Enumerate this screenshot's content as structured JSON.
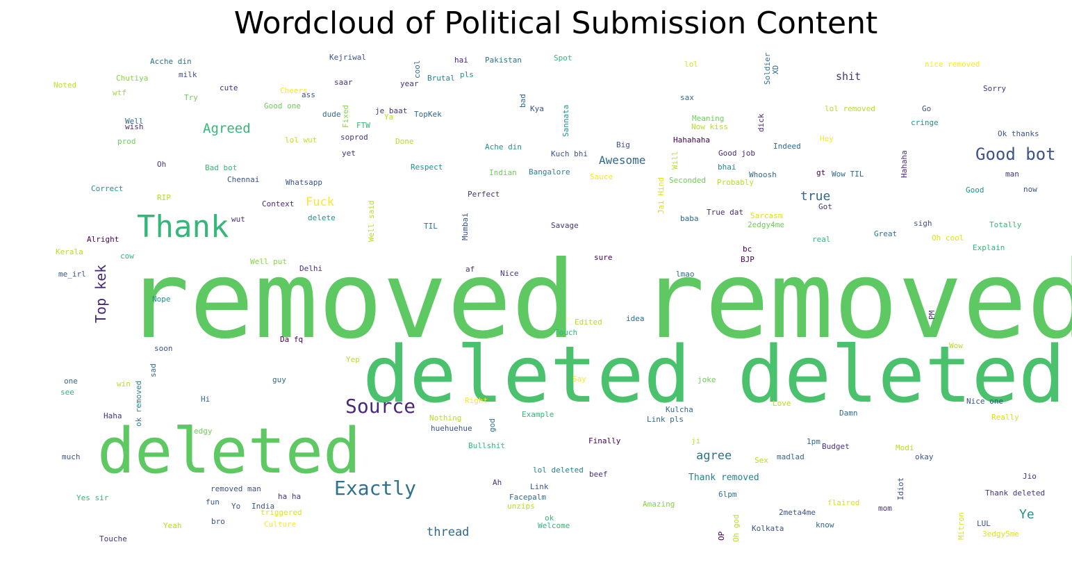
{
  "chart_data": {
    "type": "wordcloud",
    "title": "Wordcloud of Political Submission Content",
    "colormap": "viridis",
    "words": [
      {
        "text": "removed removed",
        "color": "#5ec962"
      },
      {
        "text": "deleted deleted",
        "color": "#4ac16d"
      },
      {
        "text": "deleted",
        "color": "#5ec962"
      },
      {
        "text": "Thank",
        "color": "#35b779"
      },
      {
        "text": "Source",
        "color": "#482878"
      },
      {
        "text": "Exactly",
        "color": "#2c728e"
      },
      {
        "text": "Good bot",
        "color": "#3b528b"
      },
      {
        "text": "Top kek",
        "color": "#482878"
      },
      {
        "text": "Agreed",
        "color": "#35b779"
      },
      {
        "text": "Awesome",
        "color": "#31688e"
      },
      {
        "text": "true",
        "color": "#31688e"
      },
      {
        "text": "agree",
        "color": "#2c728e"
      },
      {
        "text": "Ye",
        "color": "#21918c"
      },
      {
        "text": "thread",
        "color": "#31688e"
      },
      {
        "text": "Fuck",
        "color": "#fde725"
      },
      {
        "text": "shit",
        "color": "#46327e"
      },
      {
        "text": "Thank removed",
        "color": "#26828e"
      },
      {
        "text": "Acche din",
        "color": "#2c728e"
      },
      {
        "text": "Kejriwal",
        "color": "#3b528b"
      },
      {
        "text": "hai",
        "color": "#482878"
      },
      {
        "text": "Pakistan",
        "color": "#2c728e"
      },
      {
        "text": "Spot",
        "color": "#35b779"
      },
      {
        "text": "lol",
        "color": "#dde318"
      },
      {
        "text": "nice removed",
        "color": "#fde725"
      },
      {
        "text": "Sorry",
        "color": "#46327e"
      },
      {
        "text": "Noted",
        "color": "#c2df23"
      },
      {
        "text": "Chutiya",
        "color": "#86d549"
      },
      {
        "text": "milk",
        "color": "#3b528b"
      },
      {
        "text": "saar",
        "color": "#46327e"
      },
      {
        "text": "year",
        "color": "#46327e"
      },
      {
        "text": "Brutal",
        "color": "#26828e"
      },
      {
        "text": "pls",
        "color": "#21918c"
      },
      {
        "text": "cool",
        "color": "#31688e"
      },
      {
        "text": "Soldier",
        "color": "#2c728e"
      },
      {
        "text": "XD",
        "color": "#31688e"
      },
      {
        "text": "wtf",
        "color": "#a5db36"
      },
      {
        "text": "cute",
        "color": "#46327e"
      },
      {
        "text": "Try",
        "color": "#6ece58"
      },
      {
        "text": "Cheers",
        "color": "#fde725"
      },
      {
        "text": "ass",
        "color": "#3b528b"
      },
      {
        "text": "sax",
        "color": "#31688e"
      },
      {
        "text": "bad",
        "color": "#31688e"
      },
      {
        "text": "Kya",
        "color": "#3b528b"
      },
      {
        "text": "Sannata",
        "color": "#21918c"
      },
      {
        "text": "Good one",
        "color": "#6ece58"
      },
      {
        "text": "dude",
        "color": "#31688e"
      },
      {
        "text": "je baat",
        "color": "#46327e"
      },
      {
        "text": "Ya",
        "color": "#b5de2b"
      },
      {
        "text": "TopKek",
        "color": "#31688e"
      },
      {
        "text": "Fixed",
        "color": "#86d549"
      },
      {
        "text": "FTW",
        "color": "#35b779"
      },
      {
        "text": "Meaning",
        "color": "#6ece58"
      },
      {
        "text": "Now kiss",
        "color": "#b5de2b"
      },
      {
        "text": "dick",
        "color": "#482878"
      },
      {
        "text": "lol removed",
        "color": "#b5de2b"
      },
      {
        "text": "Go",
        "color": "#3b528b"
      },
      {
        "text": "cringe",
        "color": "#21918c"
      },
      {
        "text": "Well",
        "color": "#31688e"
      },
      {
        "text": "wish",
        "color": "#482878"
      },
      {
        "text": "prod",
        "color": "#6ece58"
      },
      {
        "text": "lol wut",
        "color": "#c2df23"
      },
      {
        "text": "soprod",
        "color": "#46327e"
      },
      {
        "text": "Done",
        "color": "#b5de2b"
      },
      {
        "text": "Hahahaha",
        "color": "#440154"
      },
      {
        "text": "Hey",
        "color": "#fde725"
      },
      {
        "text": "Ok thanks",
        "color": "#3b528b"
      },
      {
        "text": "Big",
        "color": "#3b528b"
      },
      {
        "text": "Good job",
        "color": "#482878"
      },
      {
        "text": "Indeed",
        "color": "#31688e"
      },
      {
        "text": "yet",
        "color": "#46327e"
      },
      {
        "text": "Ache din",
        "color": "#21918c"
      },
      {
        "text": "Kuch bhi",
        "color": "#3b528b"
      },
      {
        "text": "Will",
        "color": "#b5de2b"
      },
      {
        "text": "Oh",
        "color": "#46327e"
      },
      {
        "text": "Bad bot",
        "color": "#35b779"
      },
      {
        "text": "Respect",
        "color": "#21918c"
      },
      {
        "text": "Indian",
        "color": "#6ece58"
      },
      {
        "text": "Bangalore",
        "color": "#26828e"
      },
      {
        "text": "bhai",
        "color": "#26828e"
      },
      {
        "text": "Whoosh",
        "color": "#31688e"
      },
      {
        "text": "gt",
        "color": "#440154"
      },
      {
        "text": "Wow TIL",
        "color": "#31688e"
      },
      {
        "text": "Hahaha",
        "color": "#482878"
      },
      {
        "text": "man",
        "color": "#46327e"
      },
      {
        "text": "Correct",
        "color": "#21918c"
      },
      {
        "text": "Chennai",
        "color": "#3b528b"
      },
      {
        "text": "Whatsapp",
        "color": "#3b528b"
      },
      {
        "text": "Sauce",
        "color": "#fde725"
      },
      {
        "text": "Jai Hind",
        "color": "#dde318"
      },
      {
        "text": "Seconded",
        "color": "#6ece58"
      },
      {
        "text": "Probably",
        "color": "#b5de2b"
      },
      {
        "text": "Good",
        "color": "#21918c"
      },
      {
        "text": "now",
        "color": "#3b528b"
      },
      {
        "text": "RIP",
        "color": "#b5de2b"
      },
      {
        "text": "Context",
        "color": "#482878"
      },
      {
        "text": "Perfect",
        "color": "#46327e"
      },
      {
        "text": "Got",
        "color": "#46327e"
      },
      {
        "text": "Well said",
        "color": "#b5de2b"
      },
      {
        "text": "Mumbai",
        "color": "#3b528b"
      },
      {
        "text": "wut",
        "color": "#46327e"
      },
      {
        "text": "delete",
        "color": "#21918c"
      },
      {
        "text": "True dat",
        "color": "#482878"
      },
      {
        "text": "baba",
        "color": "#31688e"
      },
      {
        "text": "Sarcasm",
        "color": "#dde318"
      },
      {
        "text": "2edgy4me",
        "color": "#6ece58"
      },
      {
        "text": "sigh",
        "color": "#3b528b"
      },
      {
        "text": "Totally",
        "color": "#35b779"
      },
      {
        "text": "TIL",
        "color": "#2c728e"
      },
      {
        "text": "Savage",
        "color": "#46327e"
      },
      {
        "text": "real",
        "color": "#35b779"
      },
      {
        "text": "Great",
        "color": "#2c728e"
      },
      {
        "text": "Oh cool",
        "color": "#dde318"
      },
      {
        "text": "Alright",
        "color": "#440154"
      },
      {
        "text": "Kerala",
        "color": "#b5de2b"
      },
      {
        "text": "cow",
        "color": "#35b779"
      },
      {
        "text": "Well put",
        "color": "#86d549"
      },
      {
        "text": "Delhi",
        "color": "#46327e"
      },
      {
        "text": "bc",
        "color": "#440154"
      },
      {
        "text": "BJP",
        "color": "#440154"
      },
      {
        "text": "sure",
        "color": "#440154"
      },
      {
        "text": "Explain",
        "color": "#35b779"
      },
      {
        "text": "me_irl",
        "color": "#3b528b"
      },
      {
        "text": "af",
        "color": "#46327e"
      },
      {
        "text": "Nice",
        "color": "#46327e"
      },
      {
        "text": "lmao",
        "color": "#31688e"
      },
      {
        "text": "Nope",
        "color": "#21918c"
      },
      {
        "text": "Edited",
        "color": "#b5de2b"
      },
      {
        "text": "idea",
        "color": "#31688e"
      },
      {
        "text": "PM",
        "color": "#46327e"
      },
      {
        "text": "Da fq",
        "color": "#440154"
      },
      {
        "text": "Touch",
        "color": "#35b779"
      },
      {
        "text": "soon",
        "color": "#3b528b"
      },
      {
        "text": "Yep",
        "color": "#b5de2b"
      },
      {
        "text": "Wow",
        "color": "#b5de2b"
      },
      {
        "text": "sad",
        "color": "#31688e"
      },
      {
        "text": "one",
        "color": "#31688e"
      },
      {
        "text": "win",
        "color": "#b5de2b"
      },
      {
        "text": "ok removed",
        "color": "#26828e"
      },
      {
        "text": "see",
        "color": "#35b779"
      },
      {
        "text": "guy",
        "color": "#31688e"
      },
      {
        "text": "Say",
        "color": "#fde725"
      },
      {
        "text": "joke",
        "color": "#6ece58"
      },
      {
        "text": "Right",
        "color": "#fde725"
      },
      {
        "text": "Love",
        "color": "#b5de2b"
      },
      {
        "text": "Nice one",
        "color": "#3b528b"
      },
      {
        "text": "Hi",
        "color": "#31688e"
      },
      {
        "text": "Kulcha",
        "color": "#31688e"
      },
      {
        "text": "Haha",
        "color": "#46327e"
      },
      {
        "text": "Nothing",
        "color": "#b5de2b"
      },
      {
        "text": "Example",
        "color": "#35b779"
      },
      {
        "text": "Link pls",
        "color": "#31688e"
      },
      {
        "text": "Damn",
        "color": "#31688e"
      },
      {
        "text": "Really",
        "color": "#dde318"
      },
      {
        "text": "edgy",
        "color": "#6ece58"
      },
      {
        "text": "huehuehue",
        "color": "#3b528b"
      },
      {
        "text": "god",
        "color": "#2c728e"
      },
      {
        "text": "Finally",
        "color": "#440154"
      },
      {
        "text": "ji",
        "color": "#b5de2b"
      },
      {
        "text": "1pm",
        "color": "#31688e"
      },
      {
        "text": "Budget",
        "color": "#46327e"
      },
      {
        "text": "Modi",
        "color": "#b5de2b"
      },
      {
        "text": "Bullshit",
        "color": "#35b779"
      },
      {
        "text": "much",
        "color": "#3b528b"
      },
      {
        "text": "Sex",
        "color": "#b5de2b"
      },
      {
        "text": "madlad",
        "color": "#31688e"
      },
      {
        "text": "okay",
        "color": "#3b528b"
      },
      {
        "text": "lol deleted",
        "color": "#26828e"
      },
      {
        "text": "beef",
        "color": "#46327e"
      },
      {
        "text": "Ah",
        "color": "#46327e"
      },
      {
        "text": "Link",
        "color": "#3b528b"
      },
      {
        "text": "Jio",
        "color": "#46327e"
      },
      {
        "text": "Idiot",
        "color": "#3b528b"
      },
      {
        "text": "removed man",
        "color": "#3b528b"
      },
      {
        "text": "Yes sir",
        "color": "#35b779"
      },
      {
        "text": "ha ha",
        "color": "#46327e"
      },
      {
        "text": "Facepalm",
        "color": "#31688e"
      },
      {
        "text": "Thank deleted",
        "color": "#46327e"
      },
      {
        "text": "fun",
        "color": "#3b528b"
      },
      {
        "text": "Yo",
        "color": "#3b528b"
      },
      {
        "text": "India",
        "color": "#3b528b"
      },
      {
        "text": "unzips",
        "color": "#b5de2b"
      },
      {
        "text": "Amazing",
        "color": "#86d549"
      },
      {
        "text": "6lpm",
        "color": "#2c728e"
      },
      {
        "text": "flaired",
        "color": "#dde318"
      },
      {
        "text": "mom",
        "color": "#46327e"
      },
      {
        "text": "triggered",
        "color": "#dde318"
      },
      {
        "text": "2meta4me",
        "color": "#3b528b"
      },
      {
        "text": "bro",
        "color": "#3b528b"
      },
      {
        "text": "Yeah",
        "color": "#b5de2b"
      },
      {
        "text": "Culture",
        "color": "#fde725"
      },
      {
        "text": "ok",
        "color": "#35b779"
      },
      {
        "text": "Welcome",
        "color": "#35b779"
      },
      {
        "text": "Oh god",
        "color": "#b5de2b"
      },
      {
        "text": "OP",
        "color": "#440154"
      },
      {
        "text": "Kolkata",
        "color": "#3b528b"
      },
      {
        "text": "know",
        "color": "#31688e"
      },
      {
        "text": "Mitron",
        "color": "#dde318"
      },
      {
        "text": "LUL",
        "color": "#3b528b"
      },
      {
        "text": "3edgy5me",
        "color": "#dde318"
      },
      {
        "text": "Touche",
        "color": "#46327e"
      }
    ]
  }
}
